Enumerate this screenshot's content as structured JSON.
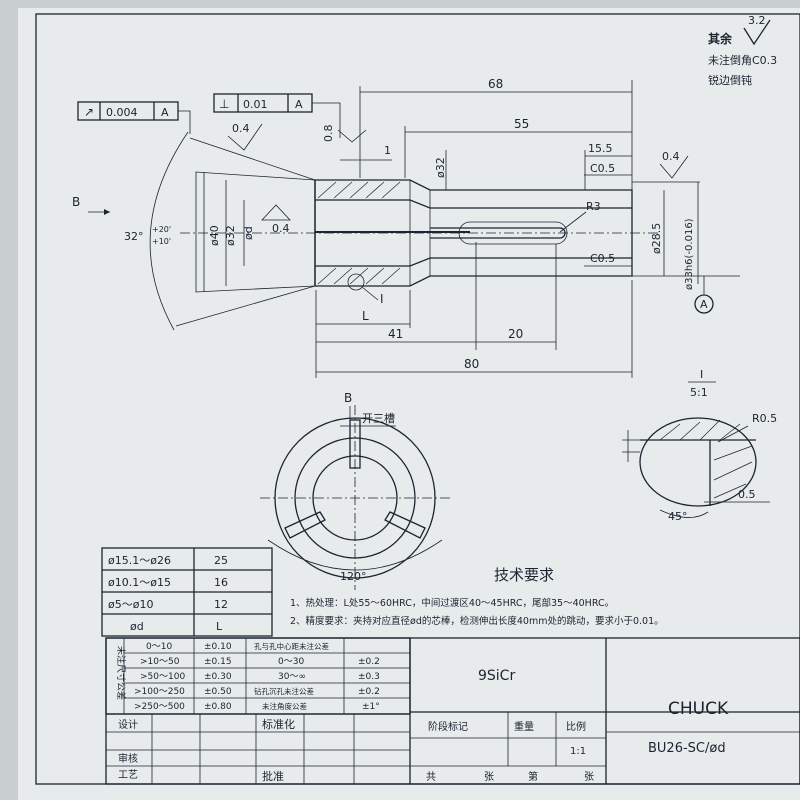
{
  "notes_top_right": {
    "rest_label": "其余",
    "rest_roughness": "3.2",
    "chamfer": "未注倒角C0.3",
    "sharp_edge": "锐边倒钝"
  },
  "datum_label": "A",
  "view_b_label": "B",
  "detail_i_label": "I",
  "feature_frames": [
    {
      "symbol": "↗",
      "value": "0.004",
      "datum": "A"
    },
    {
      "symbol": "⊥",
      "value": "0.01",
      "datum": "A"
    }
  ],
  "dims": {
    "d68": "68",
    "d55": "55",
    "d15_5": "15.5",
    "c05a": "C0.5",
    "c05b": "C0.5",
    "d1": "1",
    "d32top": "ø32",
    "r3": "R3",
    "d285": "ø28.5",
    "d33": "ø33h6(-0.016)",
    "d41": "41",
    "d20": "20",
    "d80": "80",
    "l": "L",
    "d40": "ø40",
    "d32left": "ø32",
    "dd": "ød",
    "angle": "32°",
    "angle_tol_up": "+20'",
    "angle_tol_dn": "+10'",
    "r08": "0.8",
    "r04a": "0.4",
    "r04b": "0.4",
    "r04c": "0.4"
  },
  "section_view": {
    "slot_label": "开三槽",
    "angle": "120°"
  },
  "detail_view": {
    "title_i": "I",
    "scale": "5:1",
    "r05": "R0.5",
    "d05": "0.5",
    "angle": "45°"
  },
  "l_table": [
    {
      "range": "ø15.1～ø26",
      "value": "25"
    },
    {
      "range": "ø10.1～ø15",
      "value": "16"
    },
    {
      "range": "ø5～ø10",
      "value": "12"
    },
    {
      "range": "ød",
      "value": "L"
    }
  ],
  "tech_req": {
    "title": "技术要求",
    "item1": "1、热处理：L处55～60HRC，中间过渡区40～45HRC，尾部35～40HRC。",
    "item2": "2、精度要求：夹持对应直径ød的芯棒，检测伸出长度40mm处的跳动，要求小于0.01。"
  },
  "tolerance_table": {
    "side_label": "未注尺寸公差",
    "rows": [
      {
        "range": "0～10",
        "tol": "±0.10",
        "desc": "孔与孔中心距未注公差",
        "v": ""
      },
      {
        "range": ">10～50",
        "tol": "±0.15",
        "desc": "0～30",
        "v": "±0.2"
      },
      {
        "range": ">50～100",
        "tol": "±0.30",
        "desc": "30～∞",
        "v": "±0.3"
      },
      {
        "range": ">100～250",
        "tol": "±0.50",
        "desc": "钻孔沉孔未注公差",
        "v": "±0.2"
      },
      {
        "range": ">250～500",
        "tol": "±0.80",
        "desc": "未注角度公差",
        "v": "±1°"
      }
    ]
  },
  "title_block": {
    "material": "9SiCr",
    "name": "CHUCK",
    "code": "BU26-SC/ød",
    "design": "设计",
    "standard": "标准化",
    "review": "审核",
    "process": "工艺",
    "approve": "批准",
    "stage": "阶段标记",
    "weight": "重量",
    "scale_label": "比例",
    "scale": "1:1",
    "total": "共",
    "sheet": "张",
    "no": "第",
    "sheet2": "张"
  }
}
